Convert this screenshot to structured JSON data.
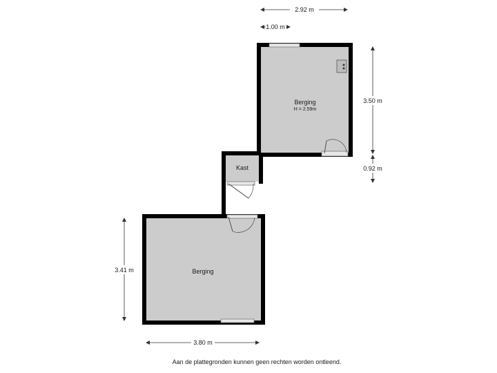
{
  "floorplan": {
    "rooms": {
      "top": {
        "name": "Berging",
        "height": "H = 2.59m"
      },
      "closet": {
        "name": "Kast"
      },
      "bottom": {
        "name": "Berging"
      }
    },
    "dimensions": {
      "top_width": "2.92 m",
      "top_offset": "1.00 m",
      "top_depth": "3.50 m",
      "closet_depth": "0.92 m",
      "bottom_depth": "3.41 m",
      "bottom_width": "3.80 m"
    },
    "disclaimer": "Aan de plattegronden kunnen geen rechten worden ontleend."
  },
  "colors": {
    "wall": "#000000",
    "floor": "#cccccc",
    "window": "#e8e8e8",
    "dimension_line": "#333333"
  }
}
